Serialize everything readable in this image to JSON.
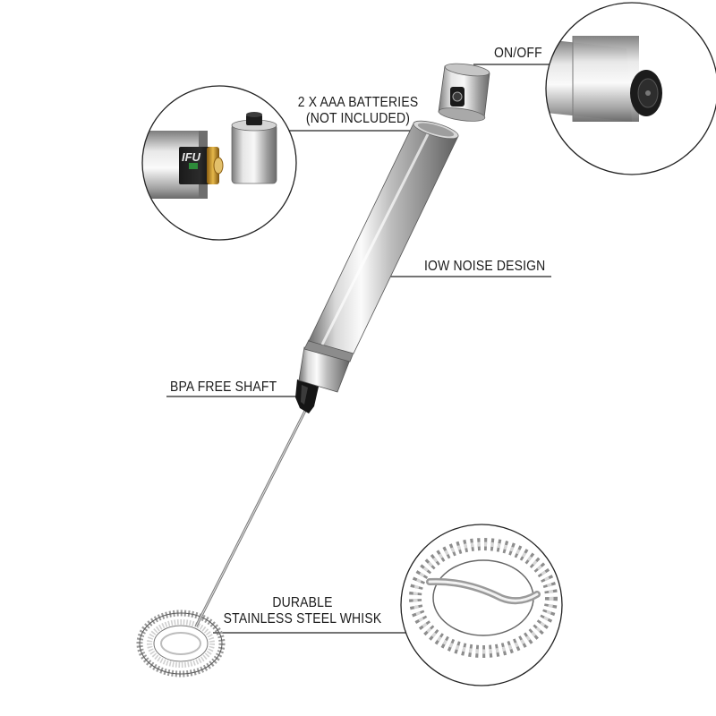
{
  "labels": {
    "on_off": "ON/OFF",
    "batteries_line1": "2 X AAA BATTERIES",
    "batteries_line2": "(NOT INCLUDED)",
    "noise": "IOW NOISE DESIGN",
    "shaft": "BPA FREE SHAFT",
    "whisk_line1": "DURABLE",
    "whisk_line2": "STAINLESS STEEL WHISK"
  },
  "battery_print": "IFU",
  "colors": {
    "steel_light": "#f2f2f2",
    "steel_mid": "#b8b8b8",
    "steel_dark": "#6e6e6e",
    "black": "#111111",
    "battery_gold": "#c8962a",
    "battery_green": "#2e8b3a",
    "line": "#222222"
  }
}
